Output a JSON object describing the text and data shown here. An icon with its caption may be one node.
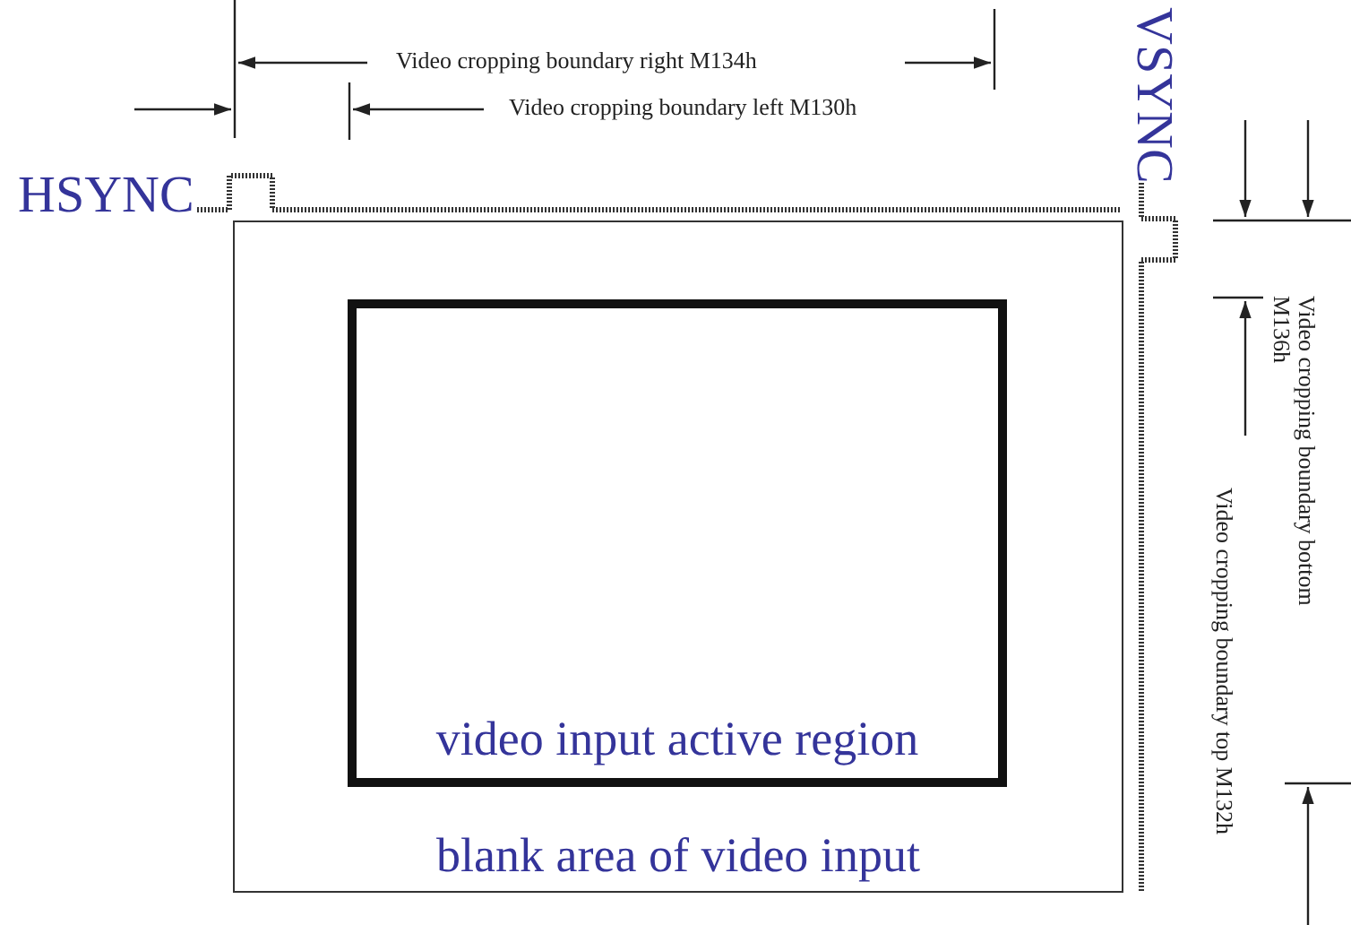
{
  "diagram": {
    "nodes": [
      {
        "text": [
          "blank area of video input"
        ]
      },
      {
        "text": [
          "video input active region"
        ],
        "in": 0
      }
    ],
    "edges": [],
    "labels": [
      "Video cropping boundary right M134h",
      "Video cropping boundary left M130h",
      "VSYNC",
      "HSYNC",
      "Video cropping boundary bottom M136h",
      "Video cropping boundary top M132h"
    ]
  }
}
